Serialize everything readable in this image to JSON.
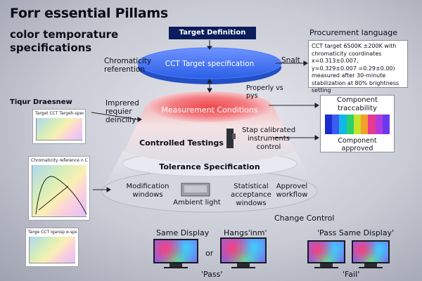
{
  "header": {
    "title": "Forr essential Pillams",
    "subtitle": "color temporature specifications"
  },
  "target": {
    "box_label": "Target Definition",
    "left_label": "Chromaticity referention",
    "right_label": "Snalt"
  },
  "layers": {
    "cct": "CCT Target specification",
    "measurement": "Measurement Conditions",
    "controlled": "Controlled Testings",
    "tolerance": "Tolerance Specification"
  },
  "annotations": {
    "properly": "Properly vs pys",
    "imprered": "Imprered requier deincilly",
    "stap": "Stap calibrated instruments control",
    "modification": "Modification windows",
    "ambient": "Ambient light",
    "statistical": "Statistical acceptance windows",
    "approvel": "Approvel workflow",
    "change_control": "Change Control"
  },
  "procurement": {
    "title": "Procurement language",
    "text": "CCT target 6500K ±200K with chromaticity coordinates x=0.313±0.007, y=0.329±0.007 =0.29±0.00) measured after 30-minute stabilization at 80% brightness setting"
  },
  "traceability": {
    "title": "Component traccability",
    "status": "Component approved",
    "bars": [
      "#1b2bd1",
      "#3a5cf0",
      "#11b7e8",
      "#2ad16a",
      "#c4e32a",
      "#f2a02b",
      "#e83a8f",
      "#b13adf",
      "#6a3af0"
    ]
  },
  "thumbnails": {
    "section_title": "Tiqur Draesnew",
    "thumb1": "Target CCT Targeh-specification",
    "thumb2": "Chromaticity reference n CIE",
    "thumb3": "Targe CCT Igansp e-specification"
  },
  "displays": {
    "same_display": "Same Display",
    "hangs": "Hangs'inm'",
    "or": "or",
    "pass_same": "'Pass Same Display'",
    "pass": "'Pass'",
    "fail": "'Fail'"
  }
}
